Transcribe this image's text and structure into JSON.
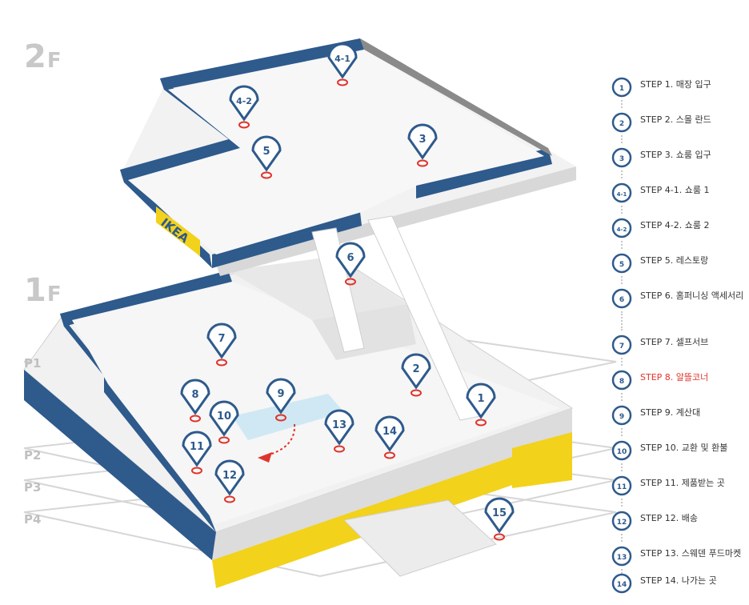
{
  "floors": {
    "f2": {
      "num": "2",
      "suffix": "F"
    },
    "f1": {
      "num": "1",
      "suffix": "F"
    }
  },
  "parking": [
    "P1",
    "P2",
    "P3",
    "P4"
  ],
  "brand": {
    "logo_text": "IKEA",
    "colors": {
      "blue": "#2e5a8c",
      "yellow": "#f2d21b",
      "marker": "#2e5a8c",
      "marker_active": "#e0342b"
    }
  },
  "markers": [
    "4-1",
    "4-2",
    "5",
    "3",
    "6",
    "7",
    "2",
    "1",
    "8",
    "9",
    "10",
    "13",
    "14",
    "11",
    "12",
    "15"
  ],
  "legend": {
    "active_index": 8,
    "steps": [
      {
        "badge": "1",
        "label": "STEP 1. 매장 입구"
      },
      {
        "badge": "2",
        "label": "STEP 2. 스몰 란드"
      },
      {
        "badge": "3",
        "label": "STEP 3. 쇼룸 입구"
      },
      {
        "badge": "4-1",
        "label": "STEP 4-1. 쇼룸 1"
      },
      {
        "badge": "4-2",
        "label": "STEP 4-2. 쇼룸 2"
      },
      {
        "badge": "5",
        "label": "STEP 5. 레스토랑"
      },
      {
        "badge": "6",
        "label": "STEP 6. 홈퍼니싱 액세서리"
      },
      {
        "badge": "7",
        "label": "STEP 7. 셀프서브"
      },
      {
        "badge": "8",
        "label": "STEP 8. 알뜰코너"
      },
      {
        "badge": "9",
        "label": "STEP 9. 계산대"
      },
      {
        "badge": "10",
        "label": "STEP 10. 교환 및 환불"
      },
      {
        "badge": "11",
        "label": "STEP 11. 제품받는 곳"
      },
      {
        "badge": "12",
        "label": "STEP 12. 배송"
      },
      {
        "badge": "13",
        "label": "STEP 13. 스웨덴 푸드마켓"
      },
      {
        "badge": "14",
        "label": "STEP 14. 나가는 곳"
      }
    ]
  }
}
